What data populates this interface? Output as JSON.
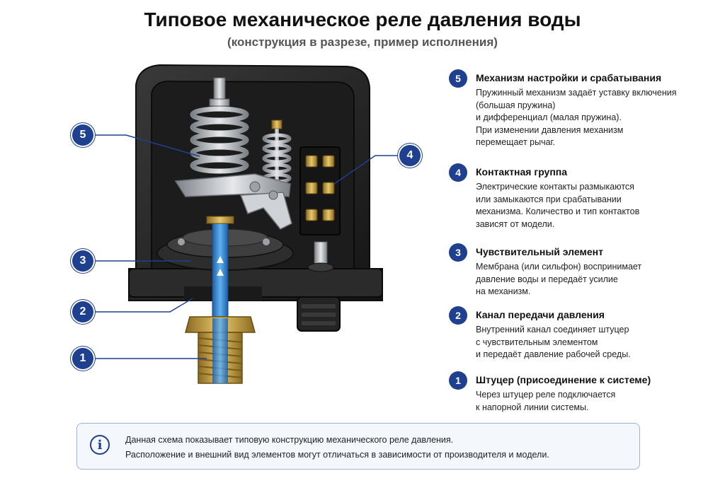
{
  "header": {
    "title": "Типовое механическое реле давления воды",
    "subtitle": "(конструкция в разрезе, пример исполнения)"
  },
  "callouts": [
    "5",
    "3",
    "2",
    "1",
    "4"
  ],
  "legend": [
    {
      "number": "5",
      "title": "Механизм настройки и срабатывания",
      "description": "Пружинный механизм задаёт уставку включения\n(большая пружина)\nи дифференциал (малая пружина).\nПри изменении давления механизм\nперемещает рычаг."
    },
    {
      "number": "4",
      "title": "Контактная группа",
      "description": "Электрические контакты размыкаются\nили замыкаются при срабатывании\nмеханизма. Количество и тип контактов\nзависят от модели."
    },
    {
      "number": "3",
      "title": "Чувствительный элемент",
      "description": "Мембрана (или сильфон) воспринимает\nдавление воды и передаёт усилие\nна механизм."
    },
    {
      "number": "2",
      "title": "Канал передачи давления",
      "description": "Внутренний канал соединяет штуцер\nс чувствительным элементом\nи передаёт давление рабочей среды."
    },
    {
      "number": "1",
      "title": "Штуцер (присоединение к системе)",
      "description": "Через штуцер реле подключается\nк напорной линии системы."
    }
  ],
  "note": {
    "icon": "info-icon",
    "line1": "Данная схема показывает типовую конструкцию механического реле давления.",
    "line2": "Расположение и внешний вид элементов могут отличаться в зависимости от производителя и модели."
  },
  "colors": {
    "accent": "#1f3f8f",
    "housing": "#2a2a2a",
    "channel": "#2f86d6",
    "brass": "#c9a24a",
    "steel": "#b8bcc2"
  }
}
